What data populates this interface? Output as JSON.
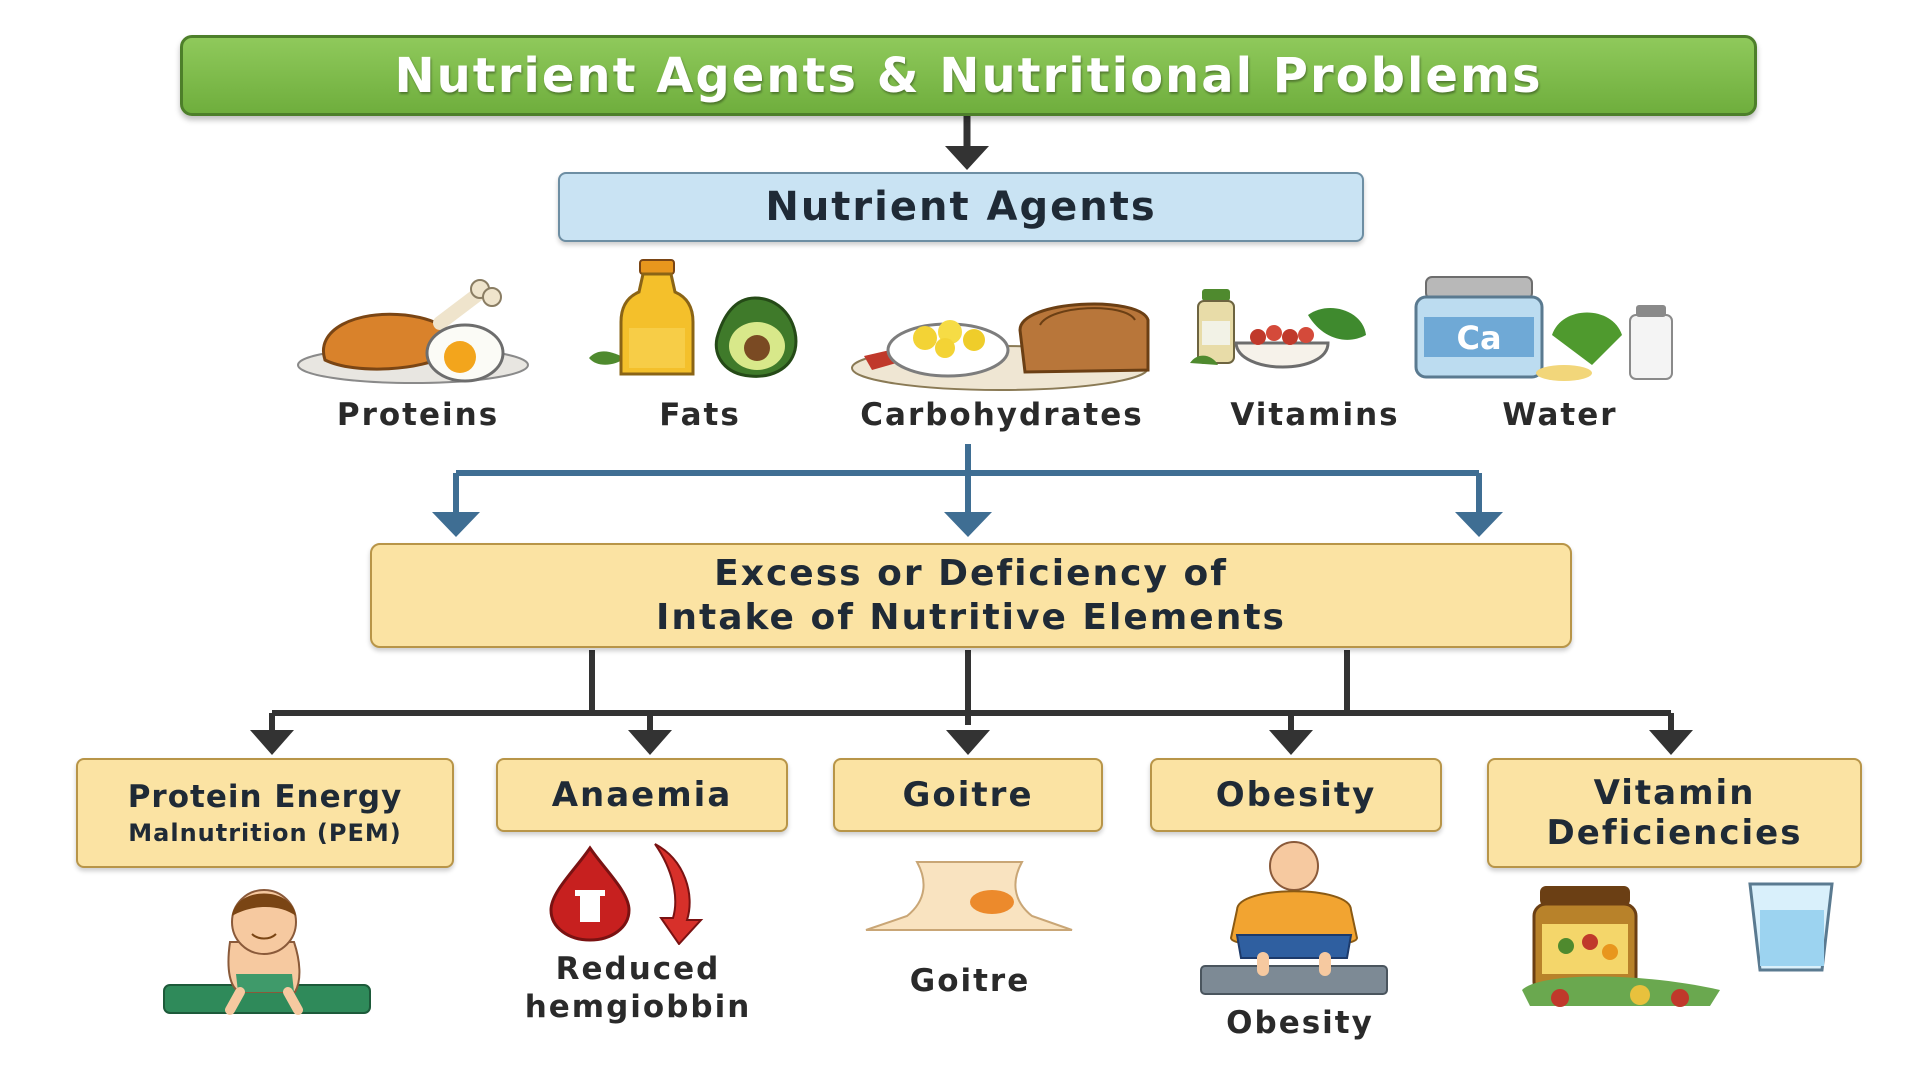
{
  "title": "Nutrient Agents & Nutritional Problems",
  "agents_header": "Nutrient Agents",
  "agents": [
    "Proteins",
    "Fats",
    "Carbohydrates",
    "Vitamins",
    "Water"
  ],
  "middle": {
    "line1": "Excess or Deficiency of",
    "line2": "Intake of Nutritive Elements"
  },
  "problems": [
    {
      "line1": "Protein Energy",
      "line2": "Malnutrition (PEM)"
    },
    {
      "line1": "Anaemia"
    },
    {
      "line1": "Goitre"
    },
    {
      "line1": "Obesity"
    },
    {
      "line1": "Vitamin",
      "line2": "Deficiencies"
    }
  ],
  "problem_labels": {
    "anaemia": [
      "Reduced",
      "hemgiobbin"
    ],
    "goitre": "Goitre",
    "obesity": "Obesity"
  },
  "icon_text": {
    "calcium": "Ca"
  },
  "colors": {
    "title_green": "#7cb94a",
    "agents_blue": "#c9e3f3",
    "problem_yellow": "#fbe3a3",
    "arrow_dark": "#333333",
    "arrow_blue": "#3f6e93"
  },
  "icons": [
    "chicken-leg-and-egg-icon",
    "oil-bottle-and-avocado-icon",
    "bread-and-potatoes-icon",
    "vitamin-bottle-and-fruit-icon",
    "calcium-jar-and-milk-icon",
    "child-icon",
    "blood-drop-icon",
    "neck-icon",
    "obese-person-icon",
    "vitamin-jar-and-food-icon"
  ]
}
